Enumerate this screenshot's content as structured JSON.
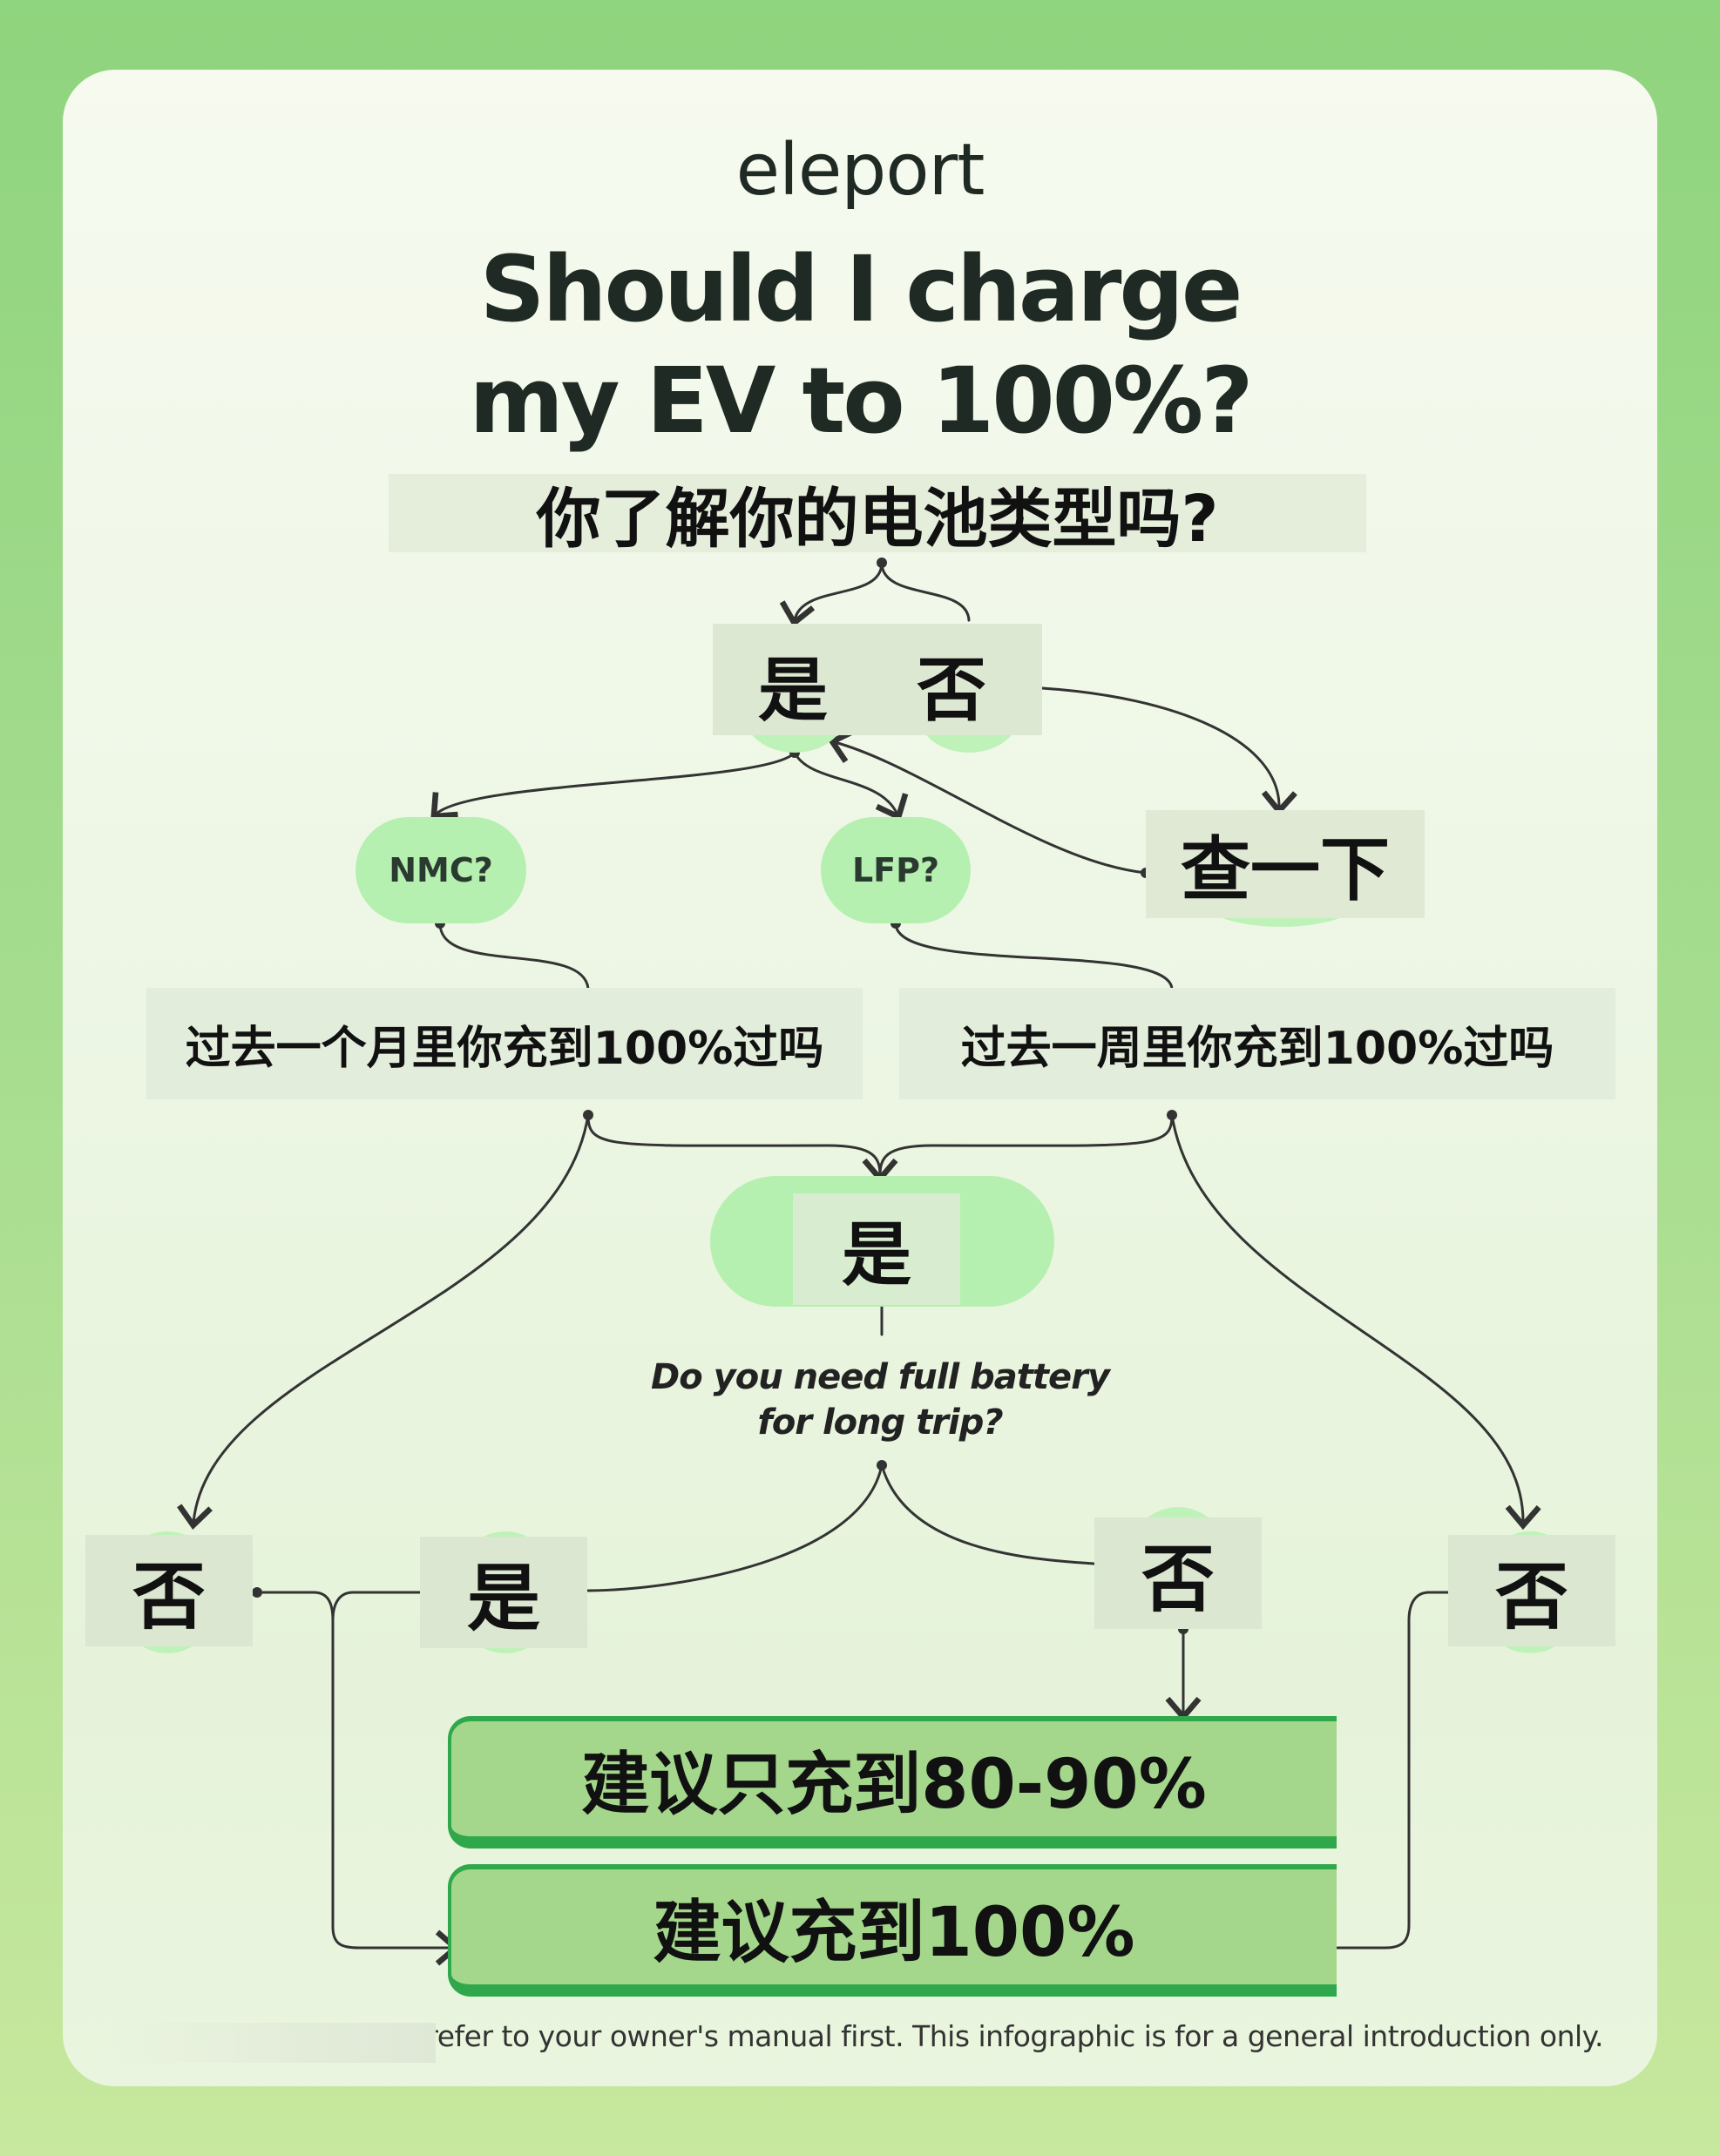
{
  "brand": {
    "logo": "eleport"
  },
  "title": {
    "line1": "Should I charge",
    "line2": "my EV to 100%?"
  },
  "question_battery": "你了解你的电池类型吗?",
  "answer_yes": "是",
  "answer_no": "否",
  "check": "查一下",
  "nodes": {
    "nmc": "NMC?",
    "lfp": "LFP?",
    "nmc_question": "过去一个月里你充到100%过吗",
    "lfp_question": "过去一周里你充到100%过吗",
    "yes_center": "是",
    "long_trip_line1": "Do you need full battery",
    "long_trip_line2": "for long trip?",
    "no_left": "否",
    "yes_left": "是",
    "no_mid": "否",
    "no_right": "否"
  },
  "results": {
    "partial": "建议只充到80-90%",
    "full": "建议充到100%"
  },
  "footer": "ays refer to your owner's manual first. This infographic is for a general introduction only.",
  "colors": {
    "accent_green": "#2ea84a",
    "pill_green": "#b5f0b0",
    "result_green": "#a4d78c"
  }
}
